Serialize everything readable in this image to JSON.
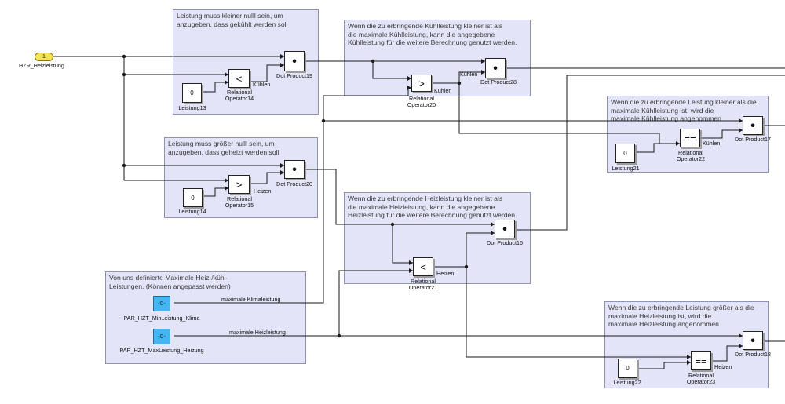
{
  "inport": {
    "number": "1",
    "name": "HZR_Heizleistung"
  },
  "areas": {
    "a1": "Leistung muss kleiner nulll sein, um\nanzugeben, dass gekühlt werden soll",
    "a2": "Wenn die zu erbringende  Kühlleistung kleiner ist als\ndie maximale Kühlleistung, kann die angegebene\nKühlleistung für die weitere Berechnung genutzt werden.",
    "a3": "Wenn die zu erbringende Leistung kleiner als die\nmaximale Kühlleistung ist, wird die\nmaximale Kühlleistung angenommen",
    "a4": "Leistung muss größer nulll sein, um\nanzugeben, dass geheizt werden soll",
    "a5": "Wenn die zu erbringende  Heizleistung kleiner ist als\ndie maximale Heizleistung, kann die angegebene\nHeizleistung für die weitere Berechnung genutzt werden.",
    "a6": "Von uns definierte Maximale Heiz-/kühl-\nLeistungen. (Können angepasst werden)",
    "a7": "Wenn die zu erbringende Leistung größer als die\nmaximale Heizleistung ist, wird die\nmaximale Heizleistung angenommen"
  },
  "blocks": {
    "dot": "•",
    "less": "<",
    "greater": ">",
    "equal": "==",
    "zero": "0",
    "c": "-C-",
    "dp19": "Dot Product19",
    "dp28": "Dot Product28",
    "dp17": "Dot Product17",
    "dp20": "Dot Product20",
    "dp16": "Dot Product16",
    "dp18": "Dot Product18",
    "ro14": "Relational\nOperator14",
    "ro20": "Relational\nOperator20",
    "ro22": "Relational\nOperator22",
    "ro15": "Relational\nOperator15",
    "ro21": "Relational\nOperator21",
    "ro23": "Relational\nOperator23",
    "l13": "Leistung13",
    "l21": "Leistung21",
    "l14": "Leistung14",
    "l22": "Leistung22",
    "par_klima": "PAR_HZT_MinLeistung_Klima",
    "par_heiz": "PAR_HZT_MaxLeistung_Heizung"
  },
  "signals": {
    "kuehlen": "Kühlen",
    "heizen": "Heizen",
    "max_klima": "maximale Klimaleistung",
    "max_heiz": "maximale Heizleistung"
  }
}
